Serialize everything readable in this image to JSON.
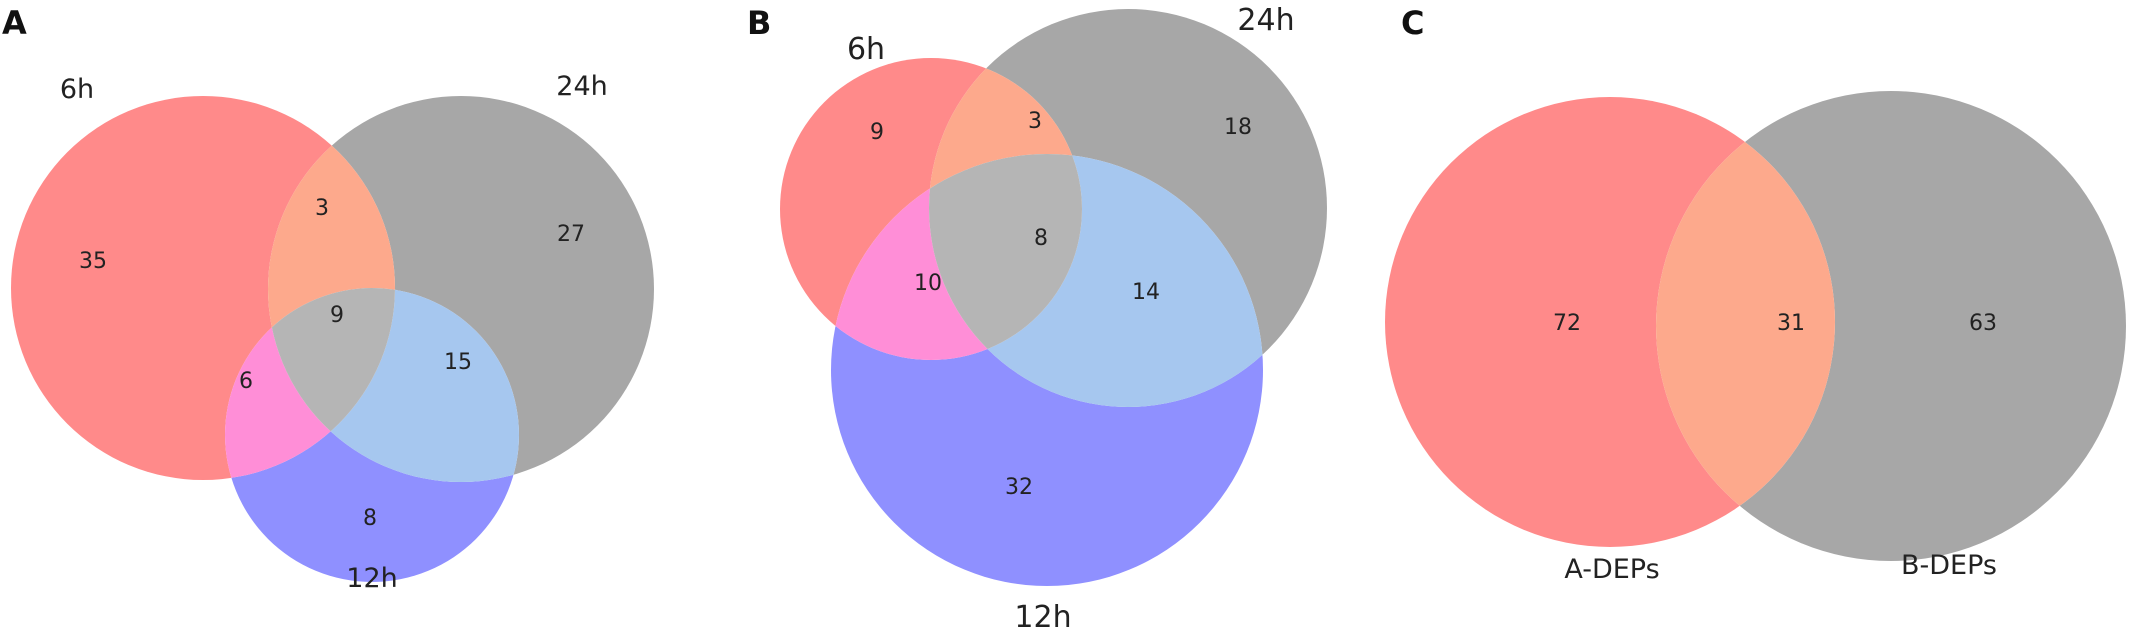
{
  "colors": {
    "red": "#ff8a8a",
    "gray": "#a7a7a7",
    "blue": "#8f90ff",
    "red_gray": "#fda98c",
    "red_blue": "#ff8ed7",
    "gray_blue": "#a6c7ef",
    "all_three": "#b5b5b5"
  },
  "panel_a": {
    "letter": "A",
    "sets": {
      "s1": "6h",
      "s2": "24h",
      "s3": "12h"
    },
    "counts": {
      "only_6h": "35",
      "only_24h": "27",
      "only_12h": "8",
      "6h_24h": "3",
      "6h_12h": "6",
      "24h_12h": "15",
      "all": "9"
    }
  },
  "panel_b": {
    "letter": "B",
    "sets": {
      "s1": "6h",
      "s2": "24h",
      "s3": "12h"
    },
    "counts": {
      "only_6h": "9",
      "only_24h": "18",
      "only_12h": "32",
      "6h_24h": "3",
      "6h_12h": "10",
      "24h_12h": "14",
      "all": "8"
    }
  },
  "panel_c": {
    "letter": "C",
    "sets": {
      "s1": "A-DEPs",
      "s2": "B-DEPs"
    },
    "counts": {
      "only_a": "72",
      "both": "31",
      "only_b": "63"
    }
  }
}
